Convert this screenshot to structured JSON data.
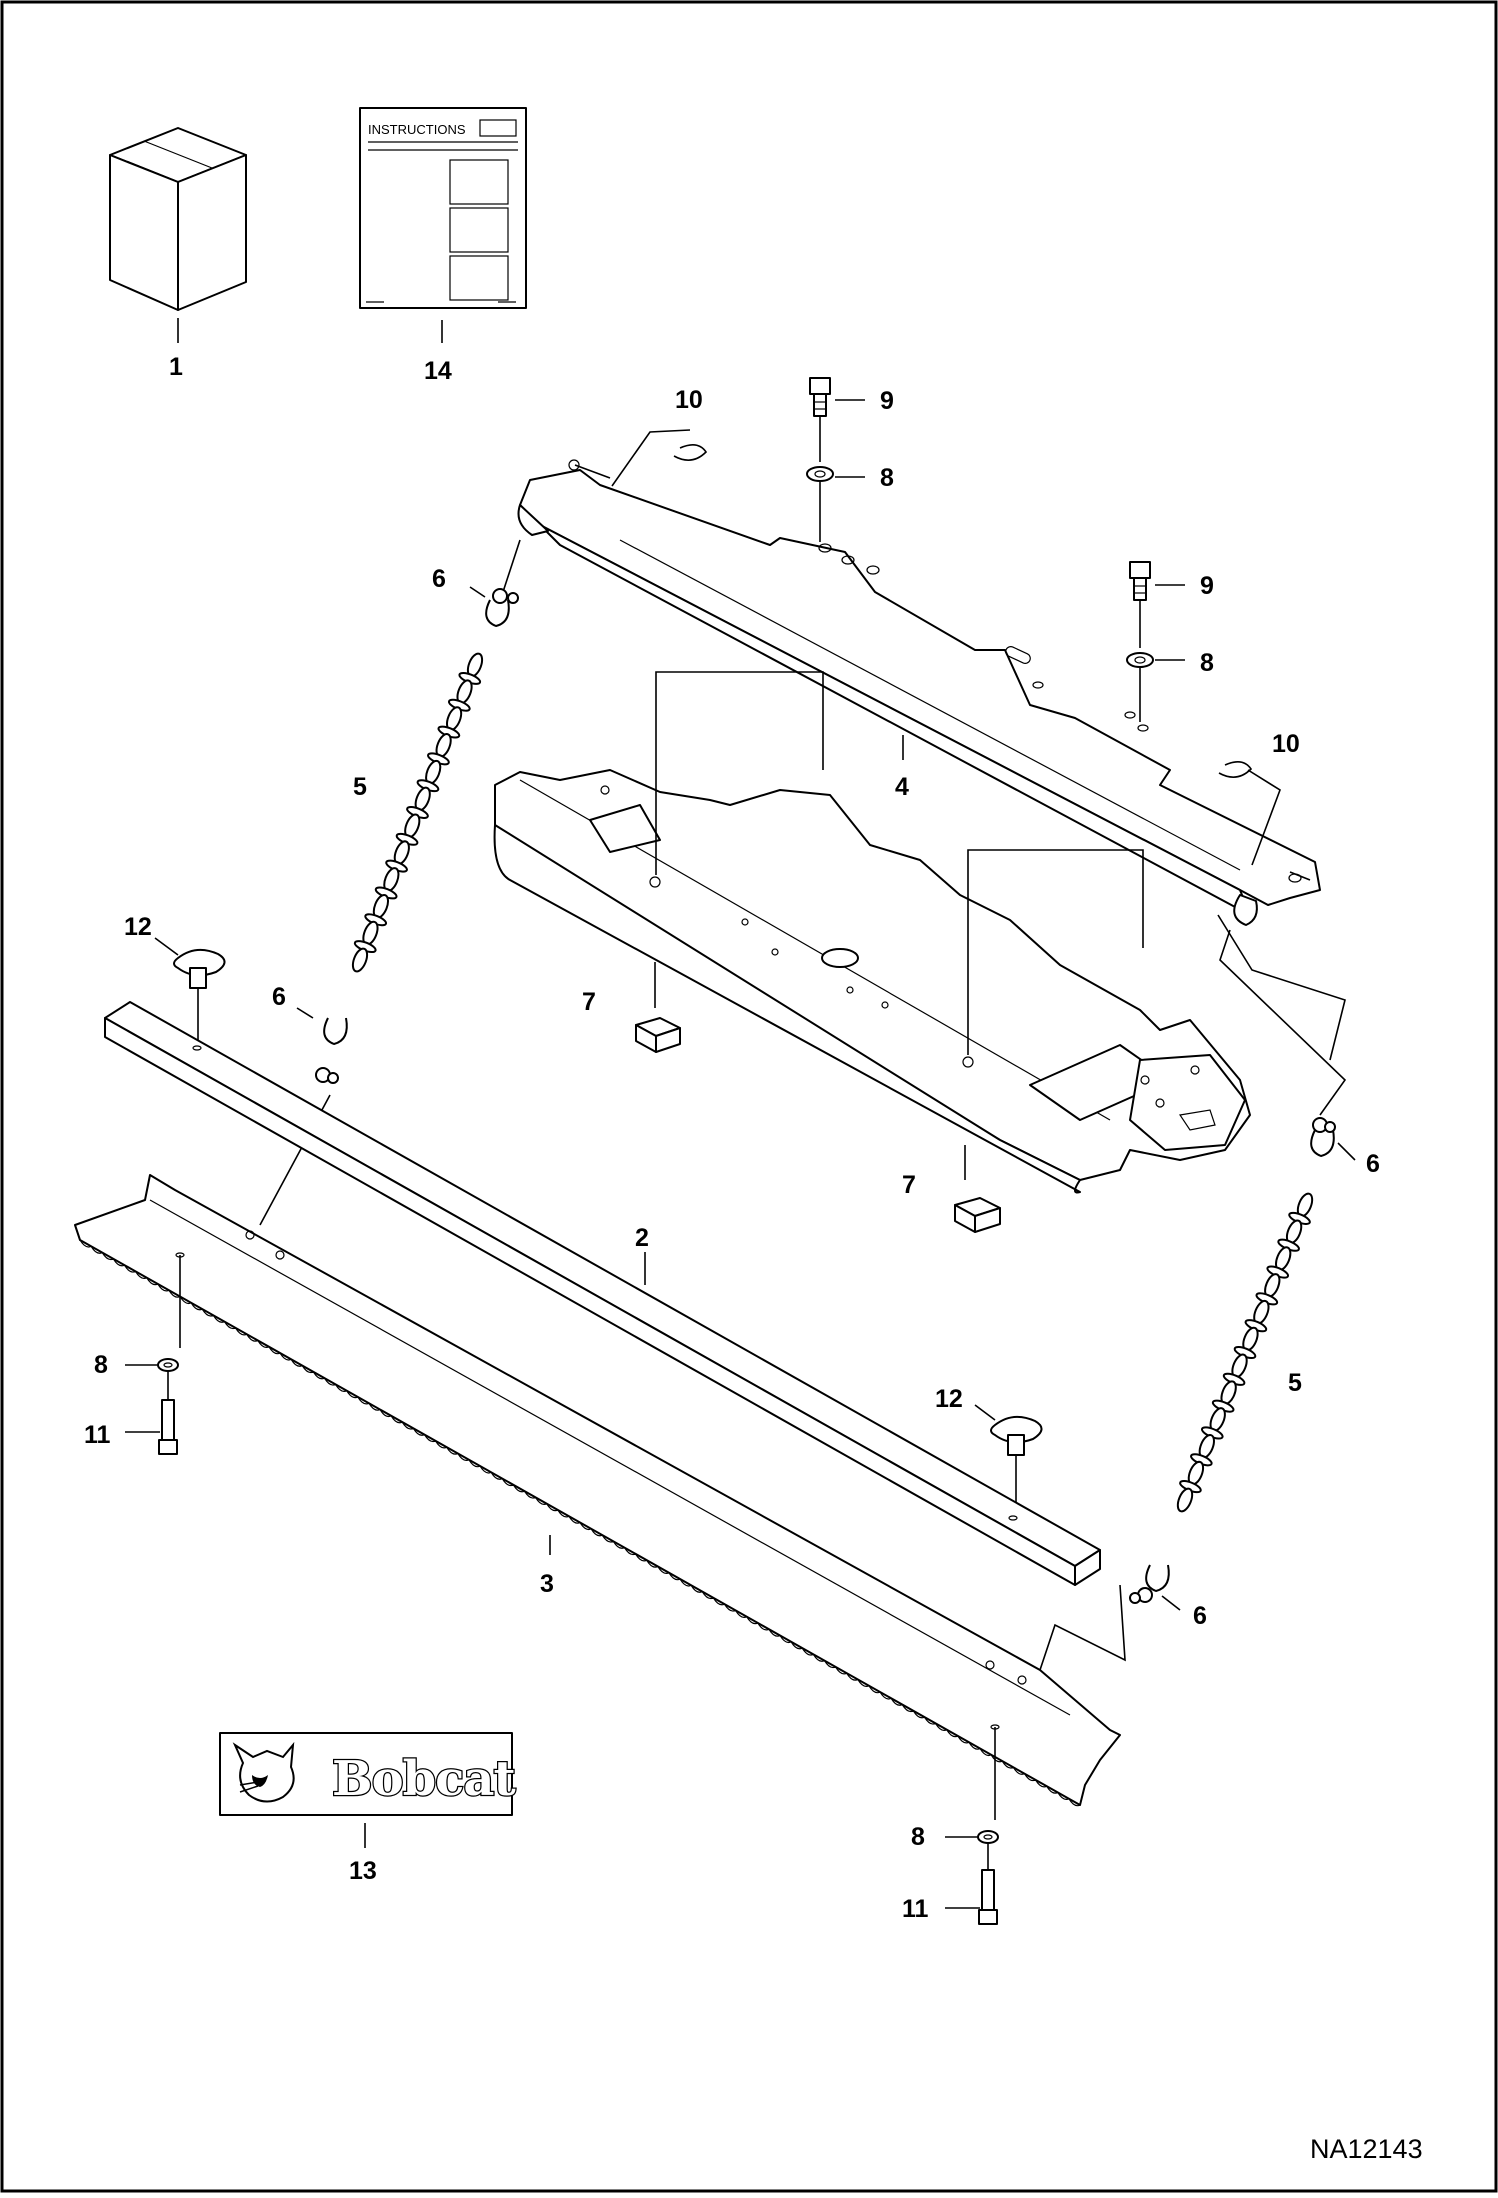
{
  "diagram": {
    "reference": "NA12143",
    "instructions_title": "INSTRUCTIONS",
    "logo_text": "Bobcat",
    "callouts": {
      "c1": "1",
      "c14": "14",
      "c10a": "10",
      "c9a": "9",
      "c8a": "8",
      "c6a": "6",
      "c9b": "9",
      "c8b": "8",
      "c4": "4",
      "c10b": "10",
      "c5a": "5",
      "c12a": "12",
      "c6b": "6",
      "c7a": "7",
      "c6c": "6",
      "c7b": "7",
      "c2": "2",
      "c8c": "8",
      "c5b": "5",
      "c11a": "11",
      "c12b": "12",
      "c3": "3",
      "c6d": "6",
      "c13": "13",
      "c8d": "8",
      "c11b": "11"
    }
  }
}
